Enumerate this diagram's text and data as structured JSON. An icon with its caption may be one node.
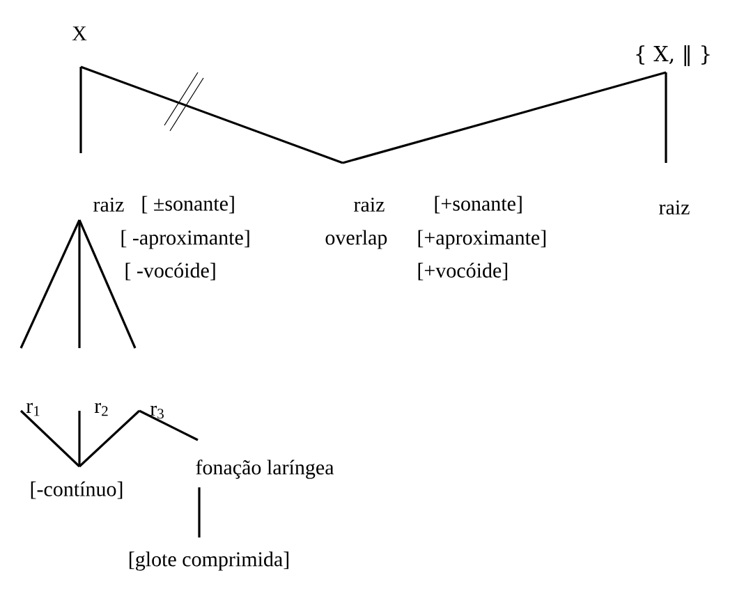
{
  "diagram": {
    "nodes": [
      {
        "text": [
          "X"
        ]
      },
      {
        "text": [
          "{ X, ‖ }"
        ]
      },
      {
        "text": [
          "raiz"
        ],
        "beside": [
          "[ ±sonante]",
          "[ -aproximante]",
          "[ -vocóide]"
        ]
      },
      {
        "text": [
          "raiz"
        ],
        "beside": [
          "overlap",
          "[+sonante]",
          "[+aproximante]",
          "[+vocóide]"
        ]
      },
      {
        "text": [
          "raiz"
        ]
      },
      {
        "text": [
          "r$_{1}$"
        ]
      },
      {
        "text": [
          "r$_{2}$"
        ]
      },
      {
        "text": [
          "r$_{3}$"
        ]
      },
      {
        "text": [
          "[-contínuo]"
        ]
      },
      {
        "text": [
          "fonação laríngea"
        ]
      },
      {
        "text": [
          "[glote comprimida]"
        ]
      }
    ],
    "edges": [
      {
        "from": 0,
        "to": 2,
        "arrow": "none"
      },
      {
        "from": 0,
        "to": 3,
        "arrow": "none"
      },
      {
        "from": 1,
        "to": 3,
        "arrow": "none"
      },
      {
        "from": 1,
        "to": 4,
        "arrow": "none"
      },
      {
        "from": 2,
        "to": 5,
        "arrow": "none"
      },
      {
        "from": 2,
        "to": 6,
        "arrow": "none"
      },
      {
        "from": 2,
        "to": 7,
        "arrow": "none"
      },
      {
        "from": 5,
        "to": 8,
        "arrow": "none"
      },
      {
        "from": 6,
        "to": 8,
        "arrow": "none"
      },
      {
        "from": 8,
        "to": 7,
        "arrow": "none"
      },
      {
        "from": 7,
        "to": 9,
        "arrow": "none"
      },
      {
        "from": 9,
        "to": 10,
        "arrow": "none"
      }
    ]
  }
}
